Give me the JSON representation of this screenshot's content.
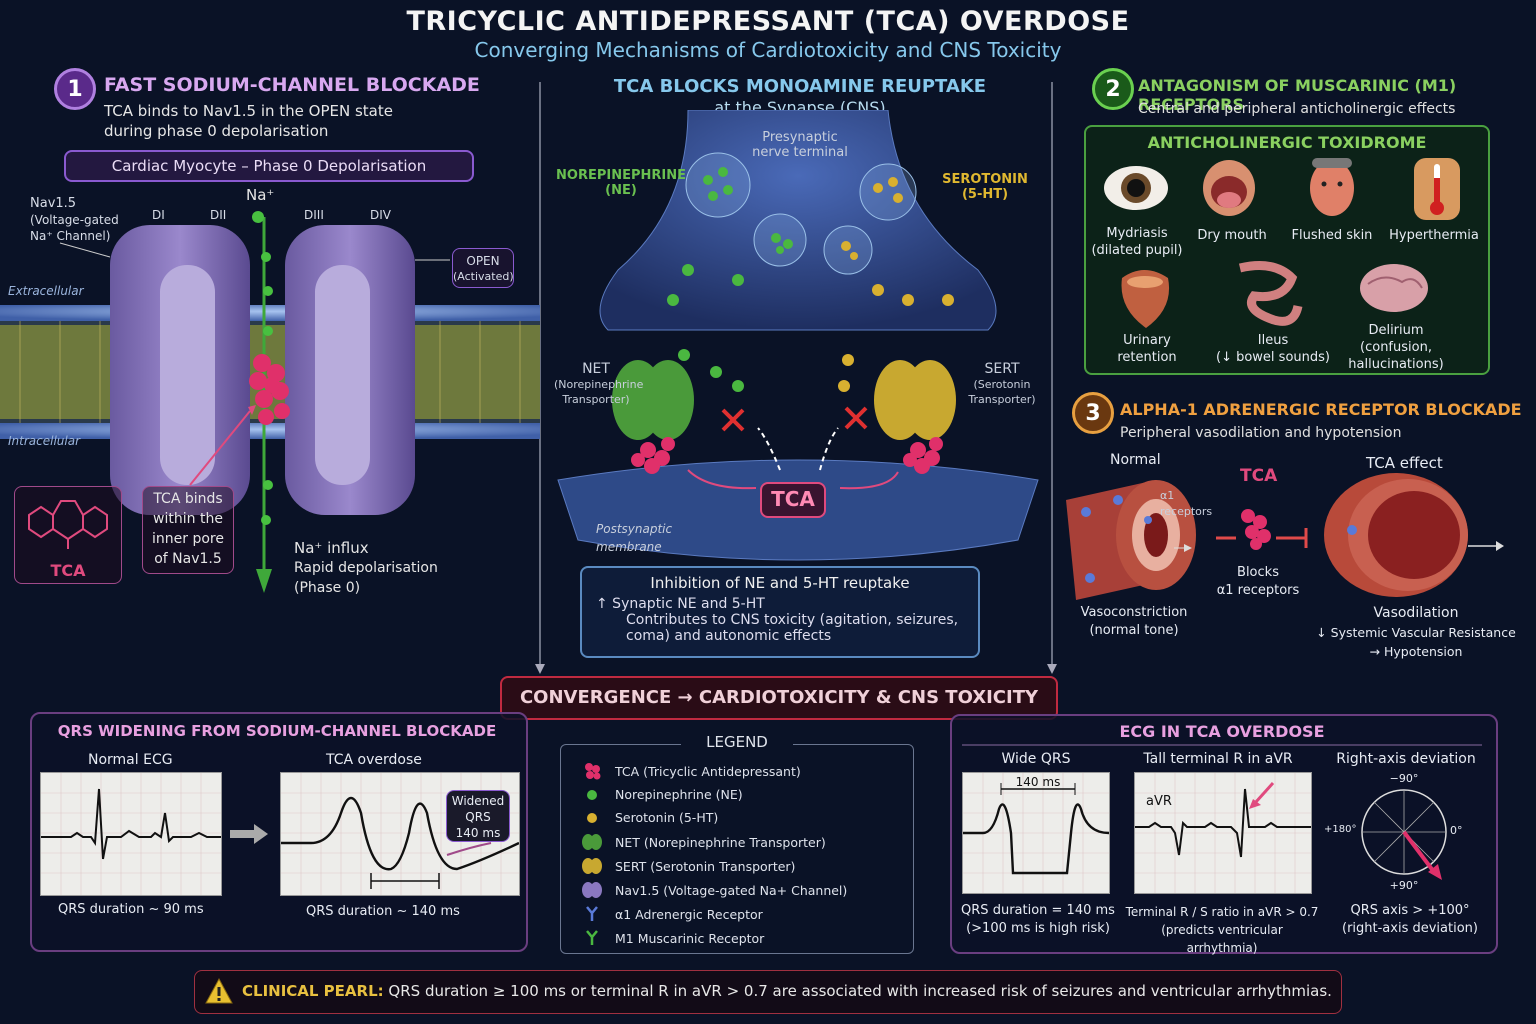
{
  "title": "TRICYCLIC ANTIDEPRESSANT (TCA) OVERDOSE",
  "subtitle": "Converging Mechanisms of Cardiotoxicity and CNS Toxicity",
  "colors": {
    "purple": "#8a5ad0",
    "green": "#3fa83a",
    "orange": "#d27a28",
    "pink": "#e04a7e",
    "magenta_text": "#e8a0e0",
    "cyan": "#86c8ec",
    "yellow": "#e8c040"
  },
  "section1": {
    "number": "1",
    "title": "FAST SODIUM-CHANNEL BLOCKADE",
    "line1": "TCA binds to Nav1.5 in the OPEN state",
    "line2": "during phase 0 depolarisation",
    "banner": "Cardiac Myocyte – Phase 0 Depolarisation",
    "nav_label1": "Nav1.5",
    "nav_label2": "(Voltage-gated",
    "nav_label3": "Na⁺ Channel)",
    "domains": [
      "DI",
      "DII",
      "DIII",
      "DIV"
    ],
    "na": "Na⁺",
    "open1": "OPEN",
    "open2": "(Activated)",
    "extracellular": "Extracellular",
    "intracellular": "Intracellular",
    "tca_mol": "TCA",
    "binds1": "TCA binds",
    "binds2": "within the",
    "binds3": "inner pore",
    "binds4": "of Nav1.5",
    "influx1": "Na⁺ influx",
    "influx2": "Rapid depolarisation",
    "influx3": "(Phase 0)"
  },
  "synapse": {
    "title1": "TCA BLOCKS MONOAMINE REUPTAKE",
    "title2": "at the Synapse (CNS)",
    "pre1": "Presynaptic",
    "pre2": "nerve terminal",
    "ne1": "NOREPINEPHRINE",
    "ne2": "(NE)",
    "ht1": "SEROTONIN",
    "ht2": "(5-HT)",
    "net1": "NET",
    "net2": "(Norepinephrine",
    "net3": "Transporter)",
    "sert1": "SERT",
    "sert2": "(Serotonin",
    "sert3": "Transporter)",
    "tca": "TCA",
    "post1": "Postsynaptic",
    "post2": "membrane",
    "inh_title": "Inhibition of NE and 5-HT reuptake",
    "inh1": "↑ Synaptic NE and 5-HT",
    "inh2": "Contributes to CNS toxicity (agitation, seizures,",
    "inh3": "coma) and autonomic effects"
  },
  "section2": {
    "number": "2",
    "title": "ANTAGONISM OF MUSCARINIC (M1) RECEPTORS",
    "sub": "Central and peripheral anticholinergic effects",
    "box_title": "ANTICHOLINERGIC TOXIDROME",
    "items": [
      {
        "l1": "Mydriasis",
        "l2": "(dilated pupil)",
        "l3": ""
      },
      {
        "l1": "Dry mouth",
        "l2": "",
        "l3": ""
      },
      {
        "l1": "Flushed skin",
        "l2": "",
        "l3": ""
      },
      {
        "l1": "Hyperthermia",
        "l2": "",
        "l3": ""
      },
      {
        "l1": "Urinary",
        "l2": "retention",
        "l3": ""
      },
      {
        "l1": "Ileus",
        "l2": "(↓ bowel sounds)",
        "l3": ""
      },
      {
        "l1": "Delirium",
        "l2": "(confusion,",
        "l3": "hallucinations)"
      }
    ]
  },
  "section3": {
    "number": "3",
    "title": "ALPHA-1 ADRENERGIC RECEPTOR BLOCKADE",
    "sub": "Peripheral vasodilation and hypotension",
    "normal": "Normal",
    "tca": "TCA",
    "effect": "TCA effect",
    "a1_1": "α1",
    "a1_2": "receptors",
    "blocks1": "Blocks",
    "blocks2": "α1 receptors",
    "vc1": "Vasoconstriction",
    "vc2": "(normal tone)",
    "vd1": "Vasodilation",
    "vd2": "↓ Systemic Vascular Resistance",
    "vd3": "→ Hypotension"
  },
  "convergence": "CONVERGENCE → CARDIOTOXICITY & CNS TOXICITY",
  "qrs_panel": {
    "title": "QRS WIDENING FROM SODIUM-CHANNEL BLOCKADE",
    "normal": "Normal ECG",
    "tca": "TCA overdose",
    "widened1": "Widened",
    "widened2": "QRS",
    "widened3": "140 ms",
    "dur_normal": "QRS duration ~ 90 ms",
    "dur_tca": "QRS duration ~ 140 ms"
  },
  "legend": {
    "title": "LEGEND",
    "items": [
      {
        "icon": "tca-cluster-icon",
        "label": "TCA (Tricyclic Antidepressant)"
      },
      {
        "icon": "ne-dot-icon",
        "label": "Norepinephrine (NE)"
      },
      {
        "icon": "serotonin-dot-icon",
        "label": "Serotonin (5-HT)"
      },
      {
        "icon": "net-transporter-icon",
        "label": "NET (Norepinephrine Transporter)"
      },
      {
        "icon": "sert-transporter-icon",
        "label": "SERT (Serotonin Transporter)"
      },
      {
        "icon": "nav-channel-icon",
        "label": "Nav1.5 (Voltage-gated Na+ Channel)"
      },
      {
        "icon": "alpha1-receptor-icon",
        "label": "α1 Adrenergic Receptor"
      },
      {
        "icon": "m1-receptor-icon",
        "label": "M1 Muscarinic Receptor"
      }
    ]
  },
  "ecg_panel": {
    "title": "ECG IN TCA OVERDOSE",
    "c1_title": "Wide QRS",
    "c1_ms": "140 ms",
    "c1_l1": "QRS duration = 140 ms",
    "c1_l2": "(>100 ms is high risk)",
    "c2_title": "Tall terminal R in aVR",
    "c2_avr": "aVR",
    "c2_l1": "Terminal R / S ratio in aVR > 0.7",
    "c2_l2": "(predicts ventricular arrhythmia)",
    "c3_title": "Right-axis deviation",
    "axis_top": "−90°",
    "axis_left": "+180°",
    "axis_right": "0°",
    "axis_bottom": "+90°",
    "c3_l1": "QRS axis > +100°",
    "c3_l2": "(right-axis deviation)"
  },
  "pearl": {
    "label": "CLINICAL PEARL:",
    "text": "QRS duration ≥ 100 ms or terminal R in aVR > 0.7  are associated with increased risk of seizures and ventricular arrhythmias."
  }
}
